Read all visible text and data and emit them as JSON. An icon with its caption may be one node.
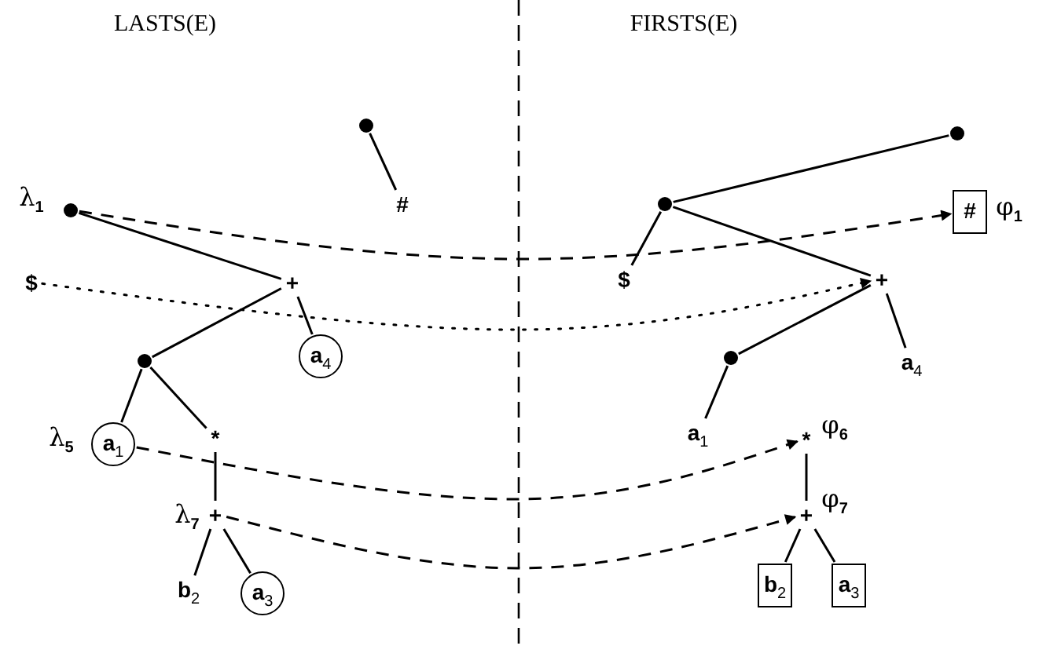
{
  "diagram": {
    "nodes": [
      {
        "text": [],
        "shape": "circle"
      },
      {
        "text": [
          "#"
        ]
      },
      {
        "text": [],
        "shape": "circle",
        "beside": [
          "λ$_{1}$"
        ]
      },
      {
        "text": [
          "$"
        ]
      },
      {
        "text": [
          "+"
        ]
      },
      {
        "text": [],
        "shape": "circle"
      },
      {
        "text": [
          "a$_{4}$"
        ]
      },
      {
        "text": [
          "a$_{1}$"
        ],
        "beside": [
          "λ$_{5}$"
        ]
      },
      {
        "text": [
          "*"
        ]
      },
      {
        "text": [
          "+"
        ],
        "beside": [
          "λ$_{7}$"
        ]
      },
      {
        "text": [
          "b$_{2}$"
        ]
      },
      {
        "text": [
          "a$_{3}$"
        ]
      },
      {
        "text": [],
        "shape": "circle"
      },
      {
        "text": [],
        "shape": "circle"
      },
      {
        "text": [
          "#"
        ],
        "beside": [
          "φ$_{1}$"
        ]
      },
      {
        "text": [
          "$"
        ]
      },
      {
        "text": [
          "+"
        ]
      },
      {
        "text": [],
        "shape": "circle"
      },
      {
        "text": [
          "a$_{4}$"
        ]
      },
      {
        "text": [
          "a$_{1}$"
        ]
      },
      {
        "text": [
          "*"
        ],
        "beside": [
          "φ$_{6}$"
        ]
      },
      {
        "text": [
          "+"
        ],
        "beside": [
          "φ$_{7}$"
        ]
      },
      {
        "text": [
          "b$_{2}$"
        ]
      },
      {
        "text": [
          "a$_{3}$"
        ]
      }
    ],
    "edges": [
      {
        "from": 0,
        "to": 1,
        "arrow": "none"
      },
      {
        "from": 2,
        "to": 4,
        "arrow": "none"
      },
      {
        "from": 4,
        "to": 5,
        "arrow": "none"
      },
      {
        "from": 4,
        "to": 6,
        "arrow": "none"
      },
      {
        "from": 5,
        "to": 7,
        "arrow": "none"
      },
      {
        "from": 5,
        "to": 8,
        "arrow": "none"
      },
      {
        "from": 8,
        "to": 9,
        "arrow": "none"
      },
      {
        "from": 9,
        "to": 10,
        "arrow": "none"
      },
      {
        "from": 9,
        "to": 11,
        "arrow": "none"
      },
      {
        "from": 12,
        "to": 13,
        "arrow": "none"
      },
      {
        "from": 13,
        "to": 15,
        "arrow": "none"
      },
      {
        "from": 13,
        "to": 16,
        "arrow": "none"
      },
      {
        "from": 16,
        "to": 17,
        "arrow": "none"
      },
      {
        "from": 16,
        "to": 18,
        "arrow": "none"
      },
      {
        "from": 17,
        "to": 19,
        "arrow": "none"
      },
      {
        "from": 20,
        "to": 21,
        "arrow": "none"
      },
      {
        "from": 21,
        "to": 22,
        "arrow": "none"
      },
      {
        "from": 21,
        "to": 23,
        "arrow": "none"
      },
      {
        "from": 2,
        "to": 14,
        "arrow": "to",
        "style": "dashed"
      },
      {
        "from": 3,
        "to": 16,
        "arrow": "to",
        "style": "dashed"
      },
      {
        "from": 7,
        "to": 20,
        "arrow": "to",
        "style": "dashed"
      },
      {
        "from": 9,
        "to": 21,
        "arrow": "to",
        "style": "dashed"
      }
    ],
    "labels": [
      "LASTS(E)",
      "FIRSTS(E)"
    ]
  }
}
